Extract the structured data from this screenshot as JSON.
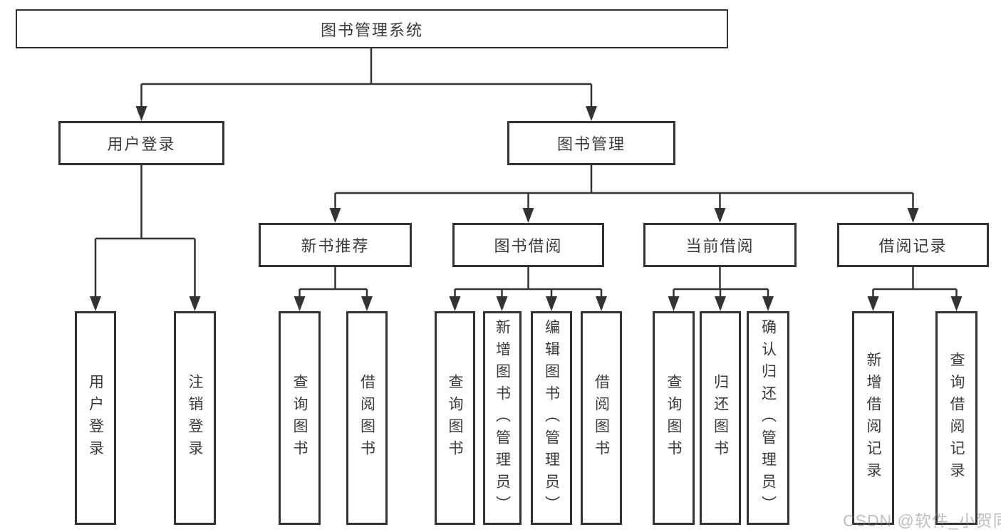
{
  "diagram": {
    "title": "图书管理系统",
    "branches": [
      {
        "label": "用户登录",
        "children": [
          {
            "label": "用户登录"
          },
          {
            "label": "注销登录"
          }
        ]
      },
      {
        "label": "图书管理",
        "children": [
          {
            "label": "新书推荐",
            "children": [
              {
                "label": "查询图书"
              },
              {
                "label": "借阅图书"
              }
            ]
          },
          {
            "label": "图书借阅",
            "children": [
              {
                "label": "查询图书"
              },
              {
                "label": "新增图书（管理员）"
              },
              {
                "label": "编辑图书（管理员）"
              },
              {
                "label": "借阅图书"
              }
            ]
          },
          {
            "label": "当前借阅",
            "children": [
              {
                "label": "查询图书"
              },
              {
                "label": "归还图书"
              },
              {
                "label": "确认归还（管理员）"
              }
            ]
          },
          {
            "label": "借阅记录",
            "children": [
              {
                "label": "新增借阅记录"
              },
              {
                "label": "查询借阅记录"
              }
            ]
          }
        ]
      }
    ]
  },
  "watermark": {
    "text": "CSDN @软件_小贺同学"
  },
  "colors": {
    "background": "#ffffff",
    "box_border": "#333333",
    "connector_line": "#333333",
    "text": "#3a3a3a",
    "watermark_text": "#7d7d7d"
  }
}
